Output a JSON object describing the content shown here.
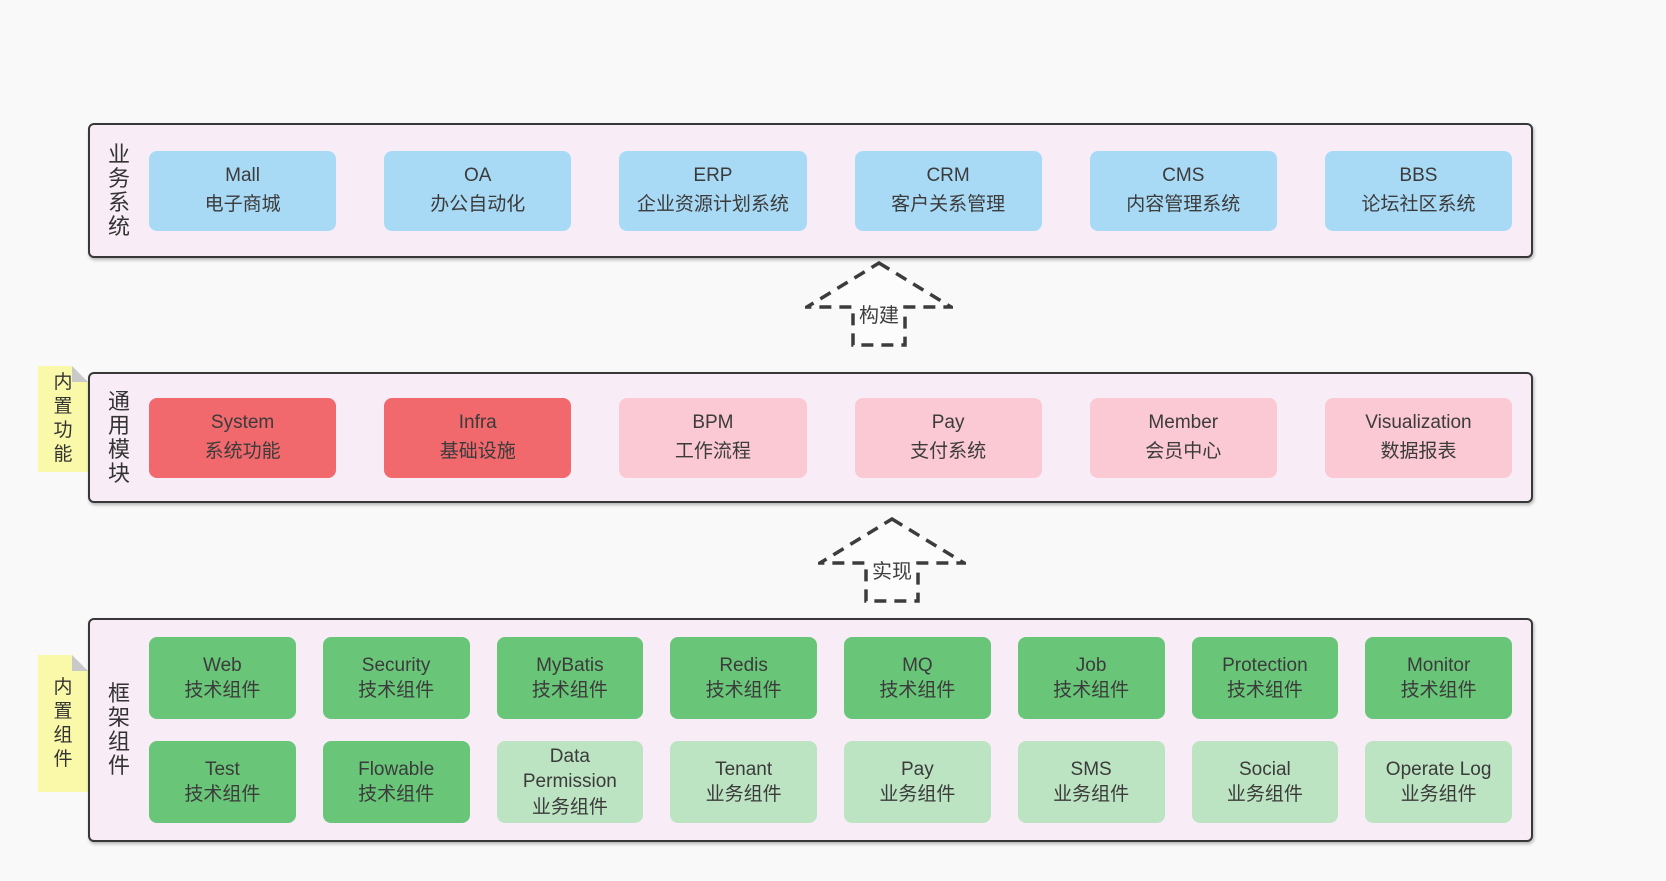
{
  "diagram": {
    "palette": {
      "page_bg": "#f9f9f9",
      "layer_bg": "#f8edf6",
      "layer_border": "#383838",
      "blue": "#a9daf5",
      "red": "#f1686d",
      "pink": "#fac9d3",
      "green": "#69c679",
      "light_green": "#bde4c2",
      "sticky_yellow": "#f9f9a9",
      "fold_gray": "#c9c9c9",
      "text": "#3b3b3b"
    },
    "arrows": {
      "build": "构建",
      "implement": "实现"
    },
    "layers": {
      "business": {
        "label": "业务系统",
        "boxes": [
          {
            "title": "Mall",
            "subtitle": "电子商城"
          },
          {
            "title": "OA",
            "subtitle": "办公自动化"
          },
          {
            "title": "ERP",
            "subtitle": "企业资源计划系统"
          },
          {
            "title": "CRM",
            "subtitle": "客户关系管理"
          },
          {
            "title": "CMS",
            "subtitle": "内容管理系统"
          },
          {
            "title": "BBS",
            "subtitle": "论坛社区系统"
          }
        ]
      },
      "modules": {
        "label": "通用模块",
        "sticky": "内置功能",
        "boxes": [
          {
            "title": "System",
            "subtitle": "系统功能",
            "variant": "red"
          },
          {
            "title": "Infra",
            "subtitle": "基础设施",
            "variant": "red"
          },
          {
            "title": "BPM",
            "subtitle": "工作流程",
            "variant": "pink"
          },
          {
            "title": "Pay",
            "subtitle": "支付系统",
            "variant": "pink"
          },
          {
            "title": "Member",
            "subtitle": "会员中心",
            "variant": "pink"
          },
          {
            "title": "Visualization",
            "subtitle": "数据报表",
            "variant": "pink"
          }
        ]
      },
      "components": {
        "label": "框架组件",
        "sticky": "内置组件",
        "row1": [
          {
            "title": "Web",
            "subtitle": "技术组件",
            "variant": "green"
          },
          {
            "title": "Security",
            "subtitle": "技术组件",
            "variant": "green"
          },
          {
            "title": "MyBatis",
            "subtitle": "技术组件",
            "variant": "green"
          },
          {
            "title": "Redis",
            "subtitle": "技术组件",
            "variant": "green"
          },
          {
            "title": "MQ",
            "subtitle": "技术组件",
            "variant": "green"
          },
          {
            "title": "Job",
            "subtitle": "技术组件",
            "variant": "green"
          },
          {
            "title": "Protection",
            "subtitle": "技术组件",
            "variant": "green"
          },
          {
            "title": "Monitor",
            "subtitle": "技术组件",
            "variant": "green"
          }
        ],
        "row2": [
          {
            "title": "Test",
            "subtitle": "技术组件",
            "variant": "green"
          },
          {
            "title": "Flowable",
            "subtitle": "技术组件",
            "variant": "green"
          },
          {
            "title": "Data Permission",
            "subtitle": "业务组件",
            "variant": "light_green"
          },
          {
            "title": "Tenant",
            "subtitle": "业务组件",
            "variant": "light_green"
          },
          {
            "title": "Pay",
            "subtitle": "业务组件",
            "variant": "light_green"
          },
          {
            "title": "SMS",
            "subtitle": "业务组件",
            "variant": "light_green"
          },
          {
            "title": "Social",
            "subtitle": "业务组件",
            "variant": "light_green"
          },
          {
            "title": "Operate Log",
            "subtitle": "业务组件",
            "variant": "light_green"
          }
        ]
      }
    }
  }
}
